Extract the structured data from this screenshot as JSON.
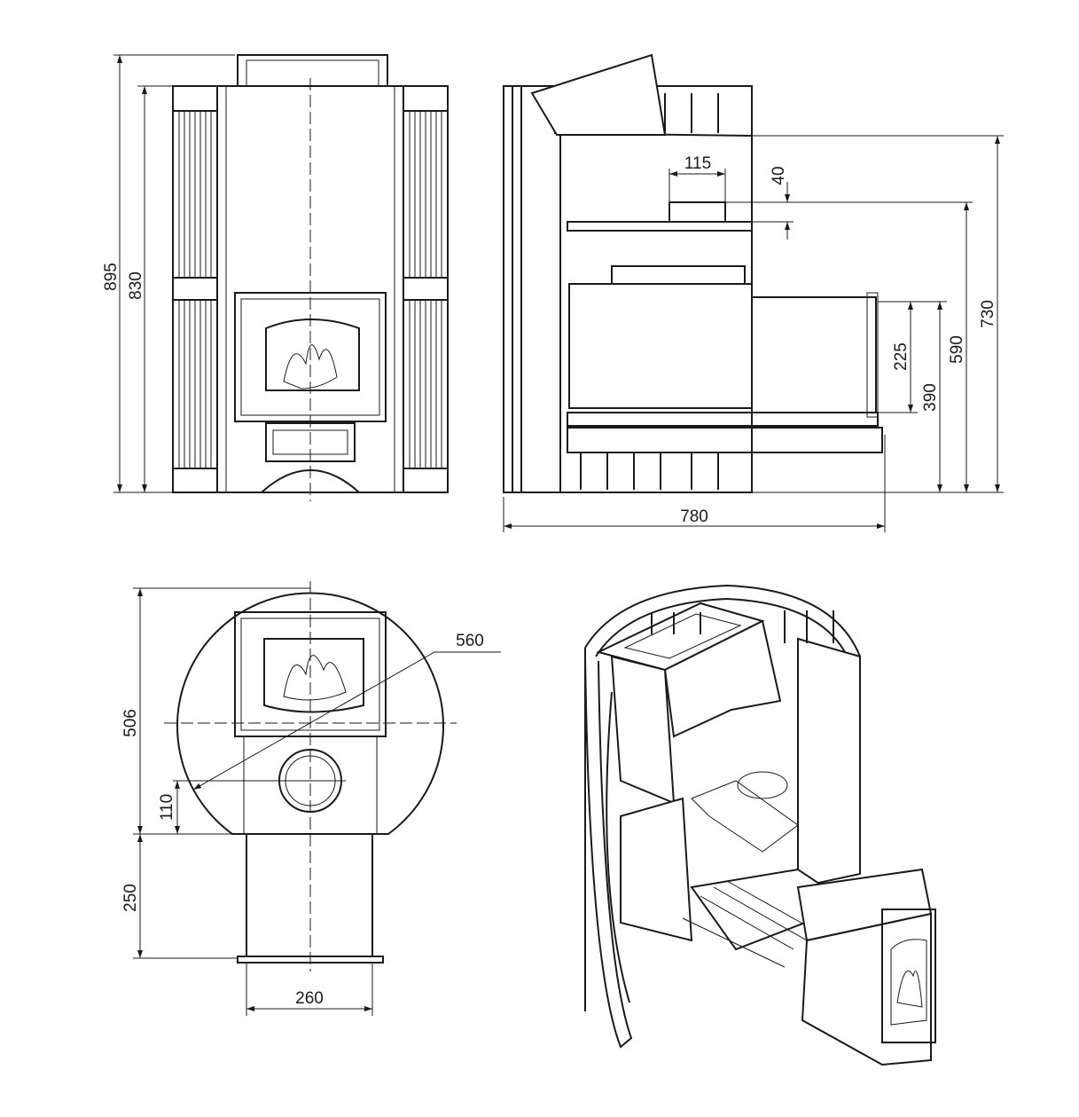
{
  "title": "Sauna stove technical drawing",
  "front_view": {
    "height_total": "895",
    "height_body": "830"
  },
  "side_view": {
    "flue_width": "115",
    "flue_offset": "40",
    "height_top": "730",
    "height_flue": "590",
    "tunnel_height": "225",
    "tunnel_top": "390",
    "depth_total": "780"
  },
  "top_view": {
    "diameter": "560",
    "depth_body": "506",
    "flue_offset": "110",
    "tunnel_length": "250",
    "tunnel_width": "260"
  }
}
